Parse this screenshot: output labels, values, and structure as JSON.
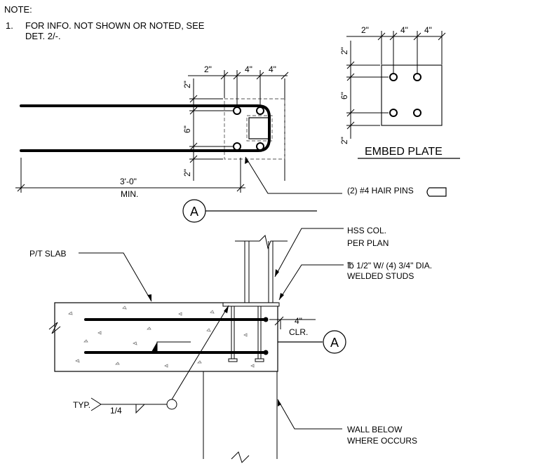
{
  "note": {
    "header": "NOTE:",
    "item_number": "1.",
    "line1": "FOR INFO. NOT SHOWN OR NOTED, SEE",
    "line2": "DET. 2/-."
  },
  "plan_detail": {
    "dims_top": [
      "2\"",
      "4\"",
      "4\""
    ],
    "dims_side": [
      "2\"",
      "6\"",
      "2\""
    ],
    "length": "3'-0\"",
    "length_note": "MIN.",
    "hairpin_label": "(2) #4 HAIR PINS"
  },
  "embed_plate": {
    "dims_top": [
      "2\"",
      "4\"",
      "4\""
    ],
    "dims_side": [
      "2\"",
      "6\"",
      "2\""
    ],
    "title": "EMBED PLATE"
  },
  "section_marker": {
    "letter": "A"
  },
  "section": {
    "slab_label": "P/T SLAB",
    "col_label_1": "HSS COL.",
    "col_label_2": "PER PLAN",
    "plate_label_1": "℔ 1/2\" W/ (4) 3/4\" DIA.",
    "plate_label_2": "WELDED STUDS",
    "clr_dim": "4\"",
    "clr_label": "CLR.",
    "weld_typ": "TYP.",
    "weld_size": "1/4",
    "wall_label_1": "WALL BELOW",
    "wall_label_2": "WHERE OCCURS"
  }
}
